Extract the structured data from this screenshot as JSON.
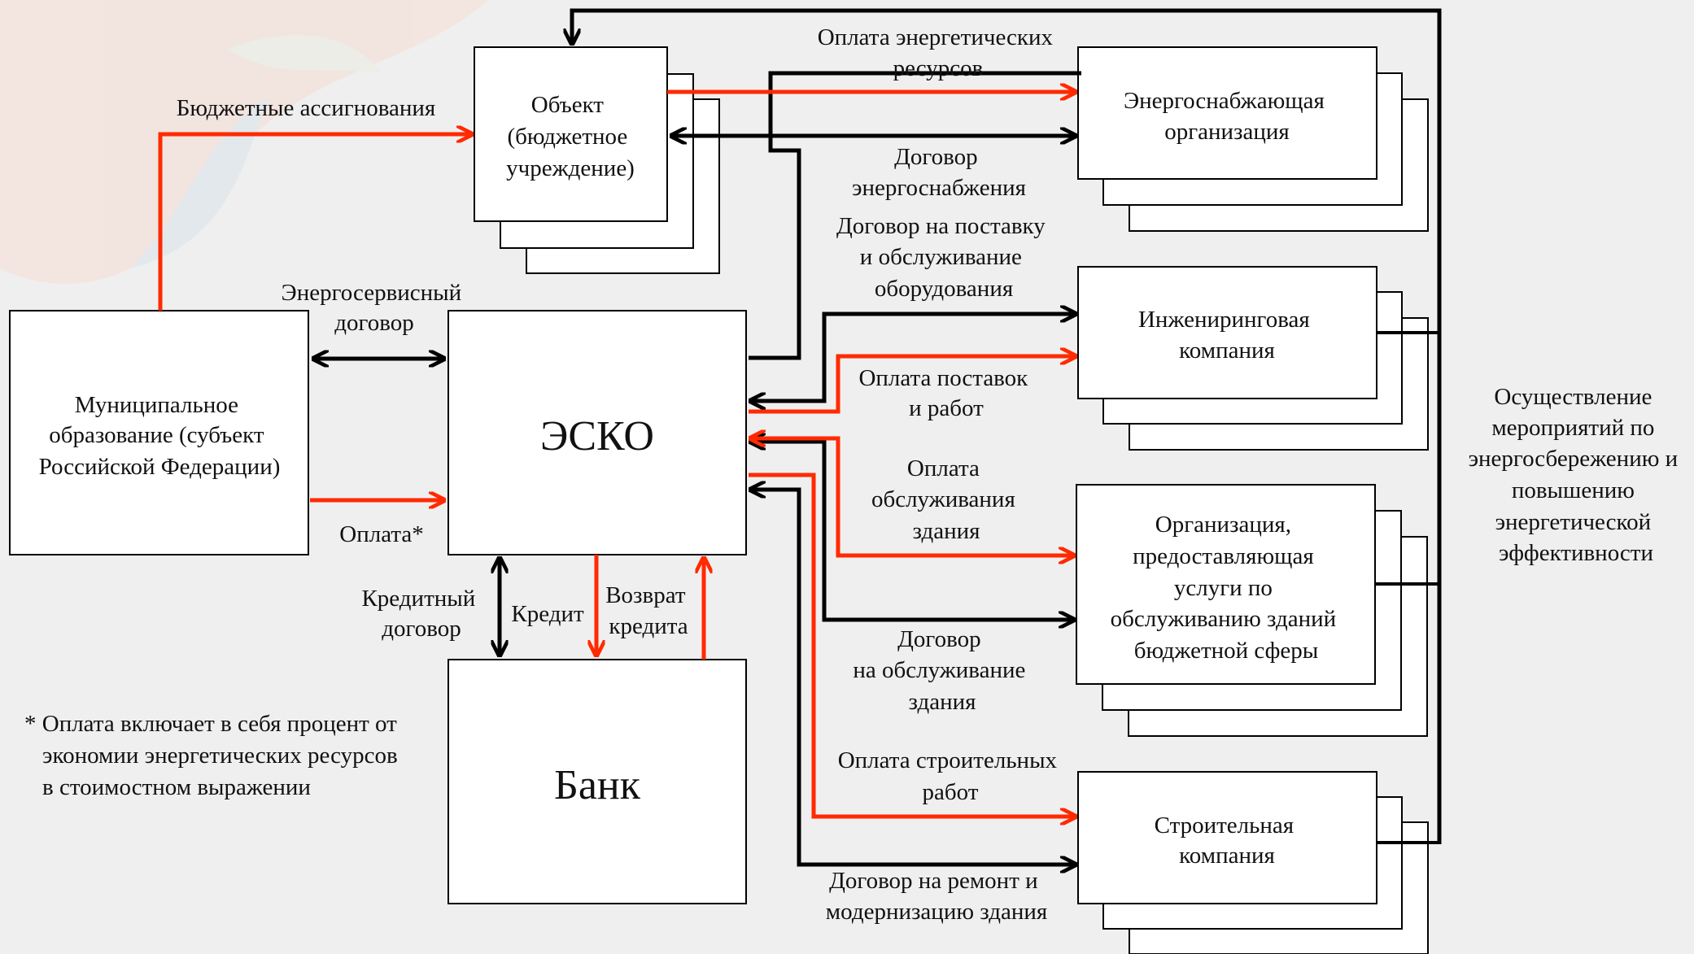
{
  "colors": {
    "background": "#efefef",
    "payment_arrow": "#ff2a00",
    "contract_arrow": "#000000"
  },
  "boxes": {
    "object": [
      "Объект",
      "(бюджетное",
      "учреждение)"
    ],
    "municipal": [
      "Муниципальное",
      "образование (субъект",
      "Российской Федерации)"
    ],
    "esco": "ЭСКО",
    "bank": "Банк",
    "energy_supply": [
      "Энергоснабжающая",
      "организация"
    ],
    "engineering": [
      "Инжениринговая",
      "компания"
    ],
    "building_service": [
      "Организация,",
      "предоставляющая",
      "услуги по",
      "обслуживанию зданий",
      "бюджетной сферы"
    ],
    "construction": [
      "Строительная",
      "компания"
    ]
  },
  "labels": {
    "budget_allocations": "Бюджетные ассигнования",
    "energy_service_contract": [
      "Энергосервисный",
      "договор"
    ],
    "payment": "Оплата*",
    "credit_contract": [
      "Кредитный",
      "договор"
    ],
    "credit": "Кредит",
    "credit_return": [
      "Возврат",
      "кредита"
    ],
    "energy_payment": [
      "Оплата энергетических",
      "ресурсов"
    ],
    "energy_contract": [
      "Договор",
      "энергоснабжения"
    ],
    "equipment_contract": [
      "Договор на поставку",
      "и обслуживание",
      "оборудования"
    ],
    "supply_payment": [
      "Оплата поставок",
      "и работ"
    ],
    "building_service_payment": [
      "Оплата",
      "обслуживания",
      "здания"
    ],
    "building_service_contract": [
      "Договор",
      "на обслуживание",
      "здания"
    ],
    "construction_payment": [
      "Оплата строительных",
      "работ"
    ],
    "repair_contract": [
      "Договор на ремонт и",
      "модернизацию здания"
    ],
    "measures": [
      "Осуществление",
      "мероприятий по",
      "энергосбережению и",
      "повышению",
      "энергетической",
      "эффективности"
    ],
    "footnote": [
      "* Оплата включает в себя процент от",
      "экономии энергетических ресурсов",
      "в стоимостном выражении"
    ]
  }
}
